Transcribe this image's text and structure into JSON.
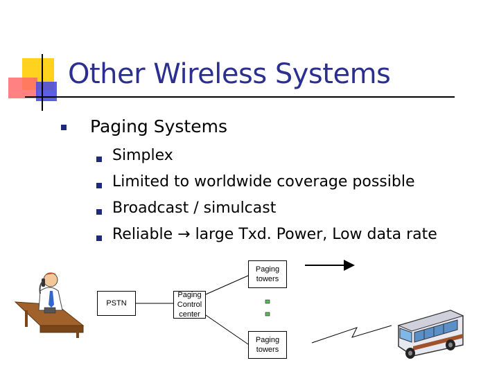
{
  "slide": {
    "title": "Other Wireless Systems",
    "bullet1": "Paging Systems",
    "sub_bullets": [
      "Simplex",
      "Limited to worldwide coverage possible",
      "Broadcast / simulcast",
      "Reliable → large Txd. Power, Low data rate"
    ]
  },
  "diagram": {
    "pstn": "PSTN",
    "control_center": [
      "Paging",
      "Control",
      "center"
    ],
    "tower_top": [
      "Paging",
      "towers"
    ],
    "tower_bottom": [
      "Paging",
      "towers"
    ]
  },
  "colors": {
    "title": "#2b2f8f",
    "bullet": "#1f2a7a",
    "accent_yellow": "#ffd21f",
    "accent_red": "#ff6b6b",
    "accent_blue": "#4a4de0"
  }
}
